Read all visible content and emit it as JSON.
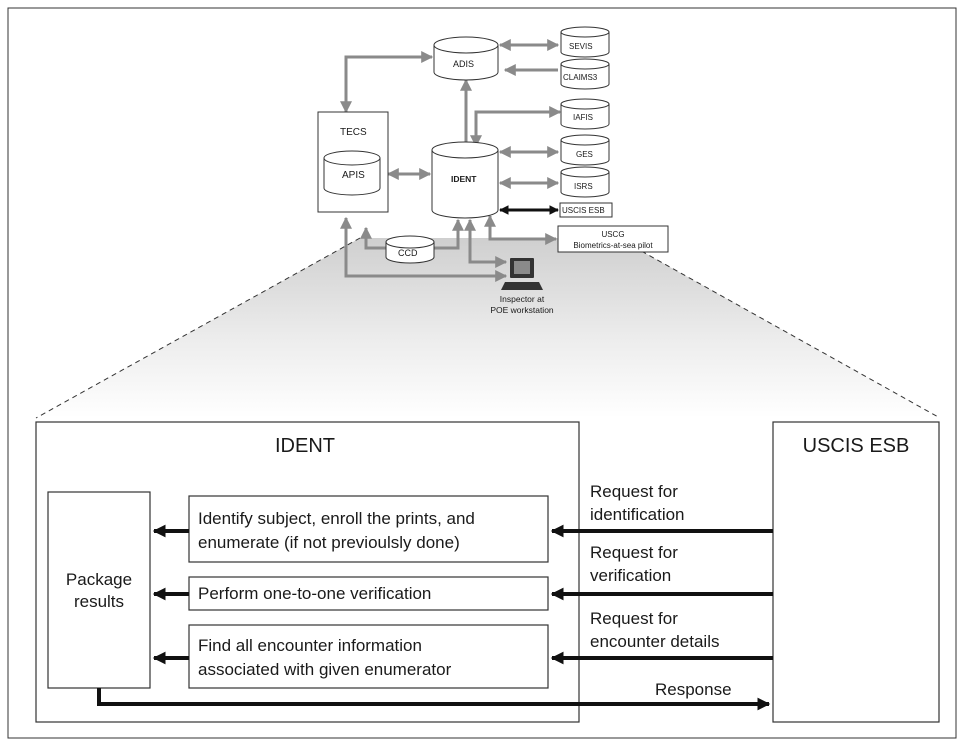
{
  "top_diagram": {
    "tecs": "TECS",
    "apis": "APIS",
    "adis": "ADIS",
    "ident": "IDENT",
    "ccd": "CCD",
    "sevis": "SEVIS",
    "claims3": "CLAIMS3",
    "iafis": "IAFIS",
    "ges": "GES",
    "isrs": "ISRS",
    "uscis_esb": "USCIS ESB",
    "uscg_line1": "USCG",
    "uscg_line2": "Biometrics-at-sea pilot",
    "inspector_line1": "Inspector at",
    "inspector_line2": "POE workstation"
  },
  "detail": {
    "ident_title": "IDENT",
    "esb_title": "USCIS ESB",
    "package_line1": "Package",
    "package_line2": "results",
    "process_1_line1": "Identify subject, enroll the prints, and",
    "process_1_line2": "enumerate (if not previoulsly done)",
    "process_2": "Perform one-to-one verification",
    "process_3_line1": "Find all encounter information",
    "process_3_line2": "associated with given enumerator",
    "request_1_line1": "Request for",
    "request_1_line2": "identification",
    "request_2_line1": "Request for",
    "request_2_line2": "verification",
    "request_3_line1": "Request for",
    "request_3_line2": "encounter details",
    "response": "Response"
  }
}
